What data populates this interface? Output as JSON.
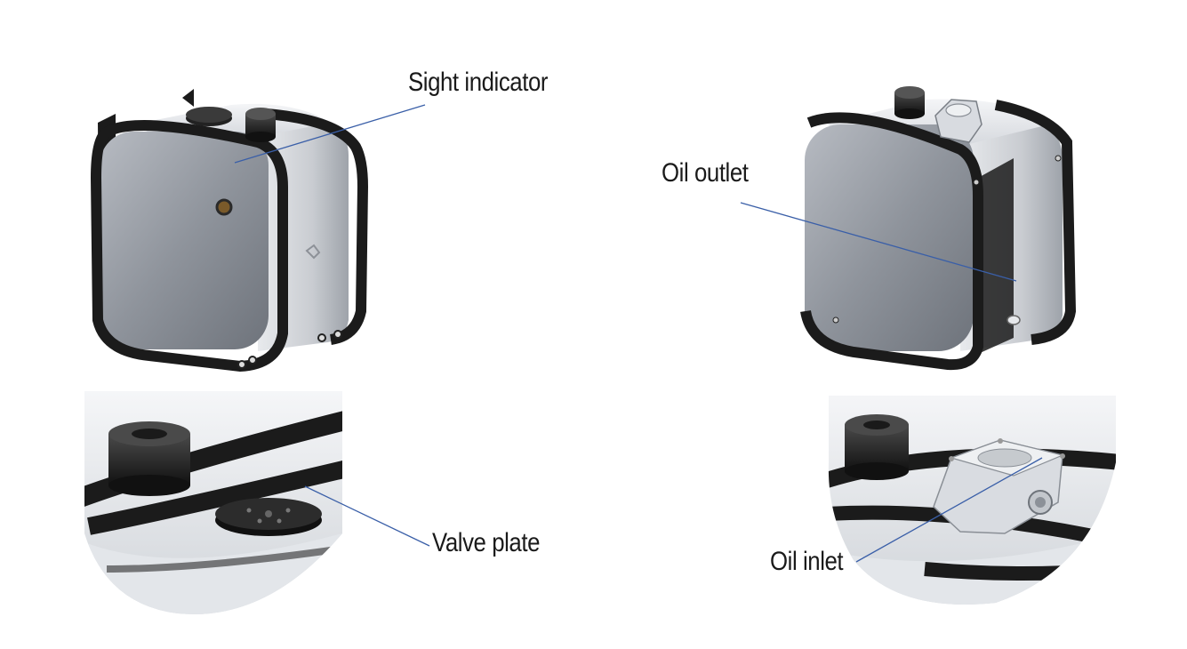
{
  "labels": {
    "sight_indicator": "Sight indicator",
    "oil_outlet": "Oil outlet",
    "valve_plate": "Valve plate",
    "oil_inlet": "Oil inlet"
  },
  "colors": {
    "leader_line": "#3a5fa8",
    "tank_body": "#c9ccd1",
    "tank_face": "#9a9ea5",
    "strap": "#1b1b1b",
    "background": "#ffffff"
  }
}
